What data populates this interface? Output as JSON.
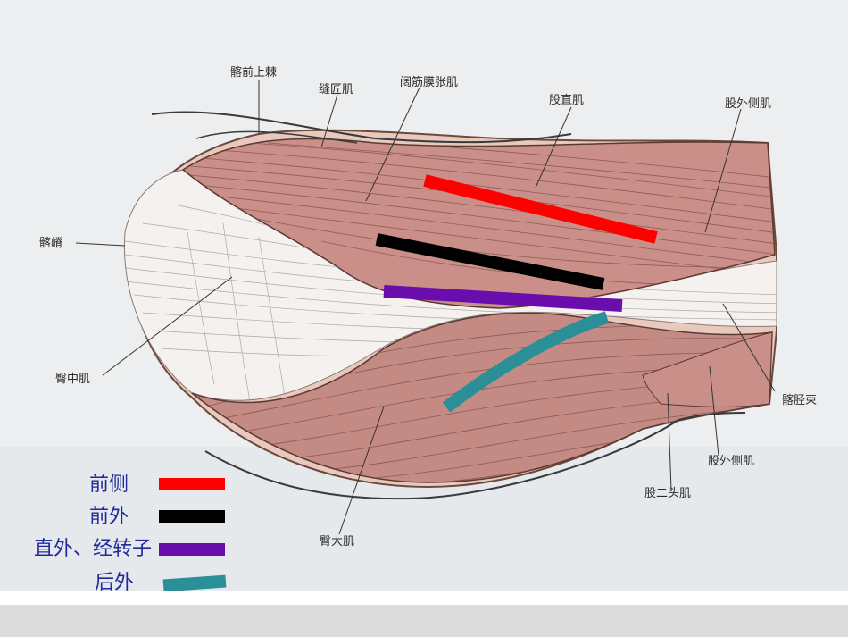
{
  "labels": {
    "iliac_spine": "髂前上棘",
    "sartorius": "缝匠肌",
    "tfl": "阔筋膜张肌",
    "rectus_femoris": "股直肌",
    "vastus_lateralis_top": "股外侧肌",
    "iliac_crest": "髂嵴",
    "gluteus_medius": "臀中肌",
    "iliotibial_band": "髂胫束",
    "vastus_lateralis_bottom": "股外侧肌",
    "biceps_femoris": "股二头肌",
    "gluteus_maximus": "臀大肌"
  },
  "legend": [
    {
      "label": "前侧",
      "color": "#ff0000"
    },
    {
      "label": "前外",
      "color": "#000000"
    },
    {
      "label": "直外、经转子",
      "color": "#6a0dad"
    },
    {
      "label": "后外",
      "color": "#2a8f96"
    }
  ]
}
